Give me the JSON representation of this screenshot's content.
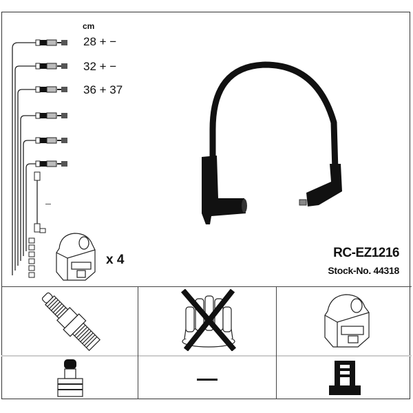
{
  "header": {
    "unit": "cm"
  },
  "cables": [
    {
      "length": "28 + −"
    },
    {
      "length": "32 + −"
    },
    {
      "length": "36 + 37"
    },
    {
      "length": ""
    },
    {
      "length": ""
    },
    {
      "length": ""
    }
  ],
  "product": {
    "code": "RC-EZ1216",
    "stock": "Stock-No. 44318"
  },
  "coil": {
    "quantity": "x 4"
  },
  "icons": {
    "cable_photo": "ignition-cable-photo",
    "spark_plug": "spark-plug-icon",
    "distributor_cap": "distributor-cap-crossed-icon",
    "ignition_coil": "ignition-coil-icon",
    "plug_terminal": "spark-plug-terminal-icon",
    "coil_terminal": "coil-terminal-icon"
  },
  "grid": {
    "distributor_terminal": "—",
    "coil_count_dash": "–"
  }
}
